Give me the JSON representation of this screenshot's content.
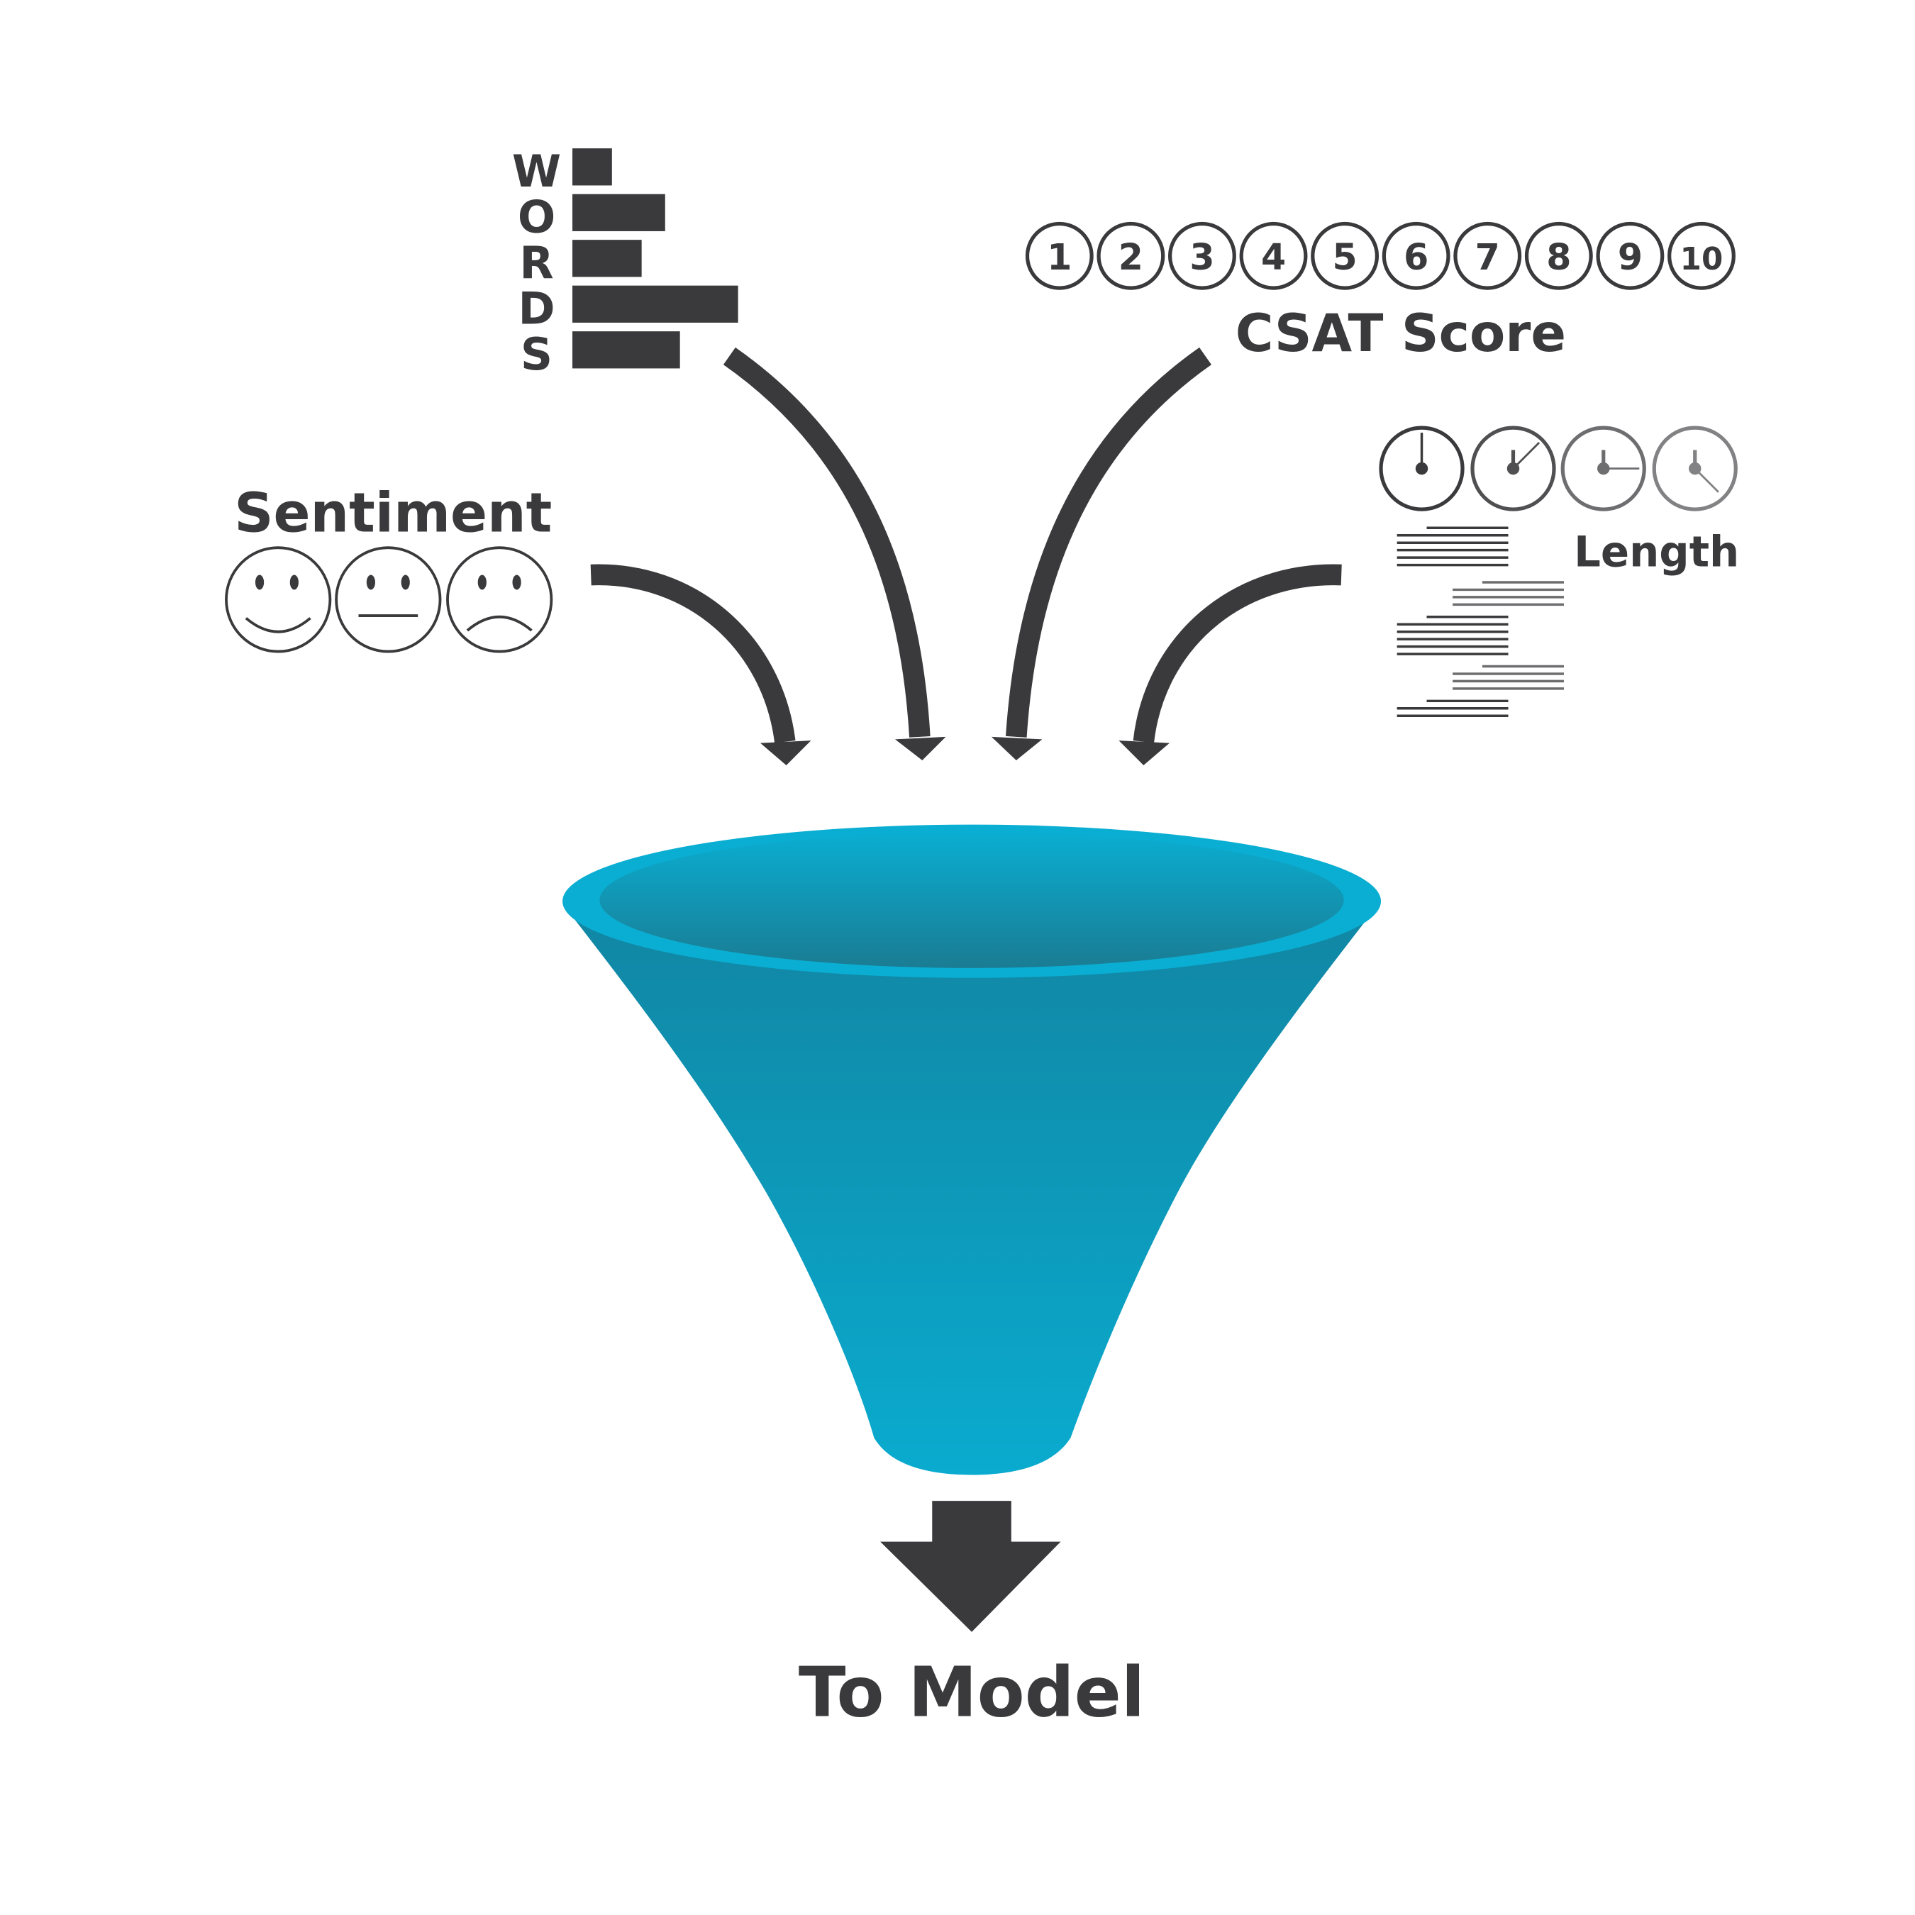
{
  "colors": {
    "ink": "#3a3a3c",
    "funnel_top": "#0aaed2",
    "funnel_mid": "#1189a6",
    "funnel_bottom": "#0aa9cc",
    "rim_inner_top": "#0aaccf",
    "rim_inner_bottom": "#1a7f97"
  },
  "words": {
    "letters": [
      "W",
      "O",
      "R",
      "D",
      "S"
    ],
    "bar_fractions": [
      0.24,
      0.56,
      0.42,
      1.0,
      0.65
    ]
  },
  "csat": {
    "label": "CSAT Score",
    "numbers": [
      "1",
      "2",
      "3",
      "4",
      "5",
      "6",
      "7",
      "8",
      "9",
      "10"
    ]
  },
  "sentiment": {
    "label": "Sentiment",
    "faces": [
      "happy-face-icon",
      "neutral-face-icon",
      "sad-face-icon"
    ]
  },
  "length": {
    "label": "Length",
    "clocks": [
      "clock-12-icon",
      "clock-130-icon",
      "clock-3-icon",
      "clock-430-icon"
    ]
  },
  "output": {
    "label": "To Model"
  }
}
